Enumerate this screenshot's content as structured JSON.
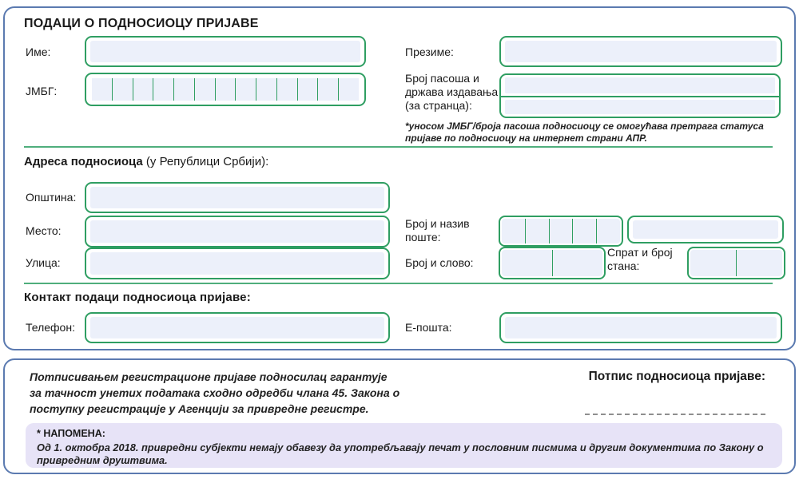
{
  "applicant": {
    "title": "ПОДАЦИ О ПОДНОСИОЦУ ПРИЈАВЕ",
    "name_label": "Име:",
    "surname_label": "Презиме:",
    "jmbg_label": "ЈМБГ:",
    "passport_label": "Број пасоша и држава издавања (за странца):",
    "note": "*уносом ЈМБГ/броја пасоша подносиоцу се омогућава претрага статуса пријаве по подносиоцу на интернет страни АПР."
  },
  "address": {
    "title_bold": "Адреса подносиоца",
    "title_rest": " (у Републици Србији):",
    "municipality_label": "Општина:",
    "place_label": "Место:",
    "street_label": "Улица:",
    "post_label": "Број и назив поште:",
    "number_letter_label": "Број и слово:",
    "floor_apt_label": "Спрат и број стана:"
  },
  "contact": {
    "title": "Контакт подаци подносиоца пријаве:",
    "phone_label": "Телефон:",
    "email_label": "Е-пошта:"
  },
  "footer": {
    "statement": "Потписивањем регистрационе пријаве подносилац гарантује за тачност унетих података сходно одредби члана 45. Закона о поступку регистрације  у Агенцији за привредне регистре.",
    "signature_label": "Потпис подносиоца пријаве:",
    "note_title": "* НАПОМЕНА:",
    "note_text": "Од 1. октобра 2018. привредни субјекти немају обавезу да употребљавају печат у пословним писмима и другим документима по Закону о привредним друштвима."
  },
  "colors": {
    "field_border_green": "#2f9e62",
    "divider_green": "#4fae7c",
    "card_border_blue": "#5b7ab0",
    "field_fill": "#ecf0fa",
    "note_box_fill": "#e7e3f7"
  }
}
